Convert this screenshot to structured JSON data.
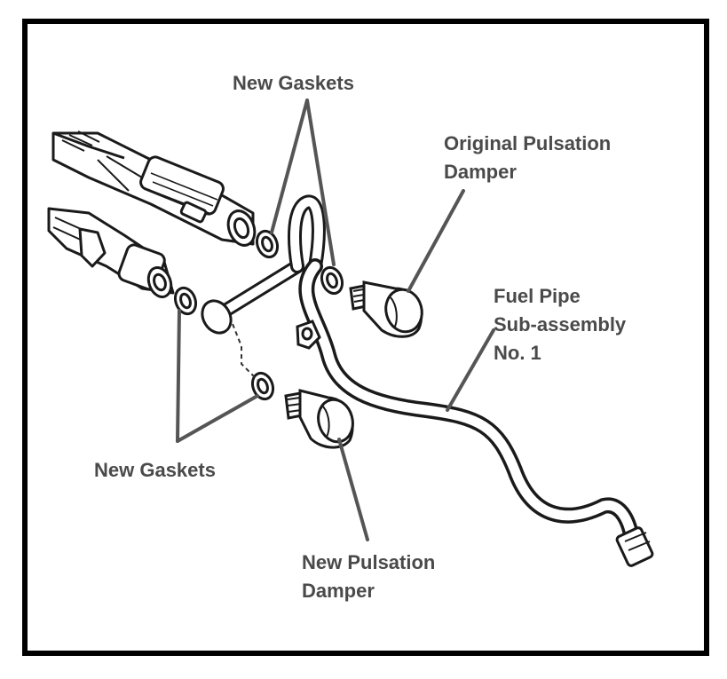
{
  "diagram": {
    "labels": {
      "new_gaskets_top": "New Gaskets",
      "original_damper": [
        "Original Pulsation",
        "Damper"
      ],
      "fuel_pipe": [
        "Fuel Pipe",
        "Sub-assembly",
        "No. 1"
      ],
      "new_gaskets_bottom": "New Gaskets",
      "new_damper": [
        "New Pulsation",
        "Damper"
      ]
    },
    "colors": {
      "ink": "#1a1a1a",
      "label_text": "#4a4a4a",
      "leader_line": "#555555",
      "paper": "#ffffff"
    }
  }
}
